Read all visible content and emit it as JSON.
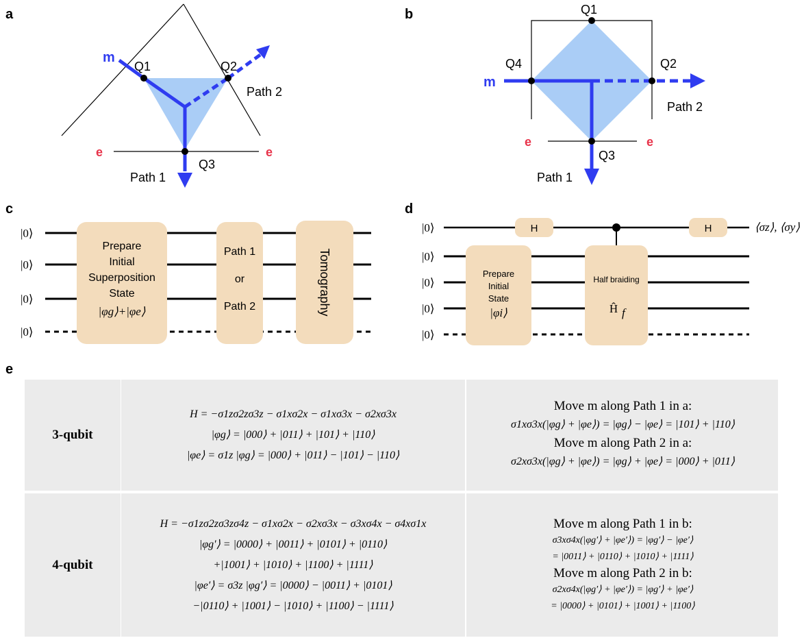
{
  "panels": {
    "a": "a",
    "b": "b",
    "c": "c",
    "d": "d",
    "e": "e"
  },
  "diagram_a": {
    "q1": "Q1",
    "q2": "Q2",
    "q3": "Q3",
    "m": "m",
    "e_left": "e",
    "e_right": "e",
    "path1": "Path 1",
    "path2": "Path 2"
  },
  "diagram_b": {
    "q1": "Q1",
    "q2": "Q2",
    "q3": "Q3",
    "q4": "Q4",
    "m": "m",
    "e_left": "e",
    "e_right": "e",
    "path1": "Path 1",
    "path2": "Path 2"
  },
  "circuit_c": {
    "ket0": "|0⟩",
    "prepare": [
      "Prepare",
      "Initial",
      "Superposition",
      "State",
      "|φg⟩+|φe⟩"
    ],
    "path_box": [
      "Path 1",
      "or",
      "Path 2"
    ],
    "tomography": "Tomography"
  },
  "circuit_d": {
    "ket0": "|0⟩",
    "h": "H",
    "prepare": [
      "Prepare",
      "Initial",
      "State",
      "|φi⟩"
    ],
    "half_braiding": "Half braiding",
    "hf": "Ĥ",
    "hf_sub": "f",
    "measure": "⟨σz⟩, ⟨σy⟩"
  },
  "table": {
    "rows": [
      {
        "label": "3-qubit",
        "mid": [
          "H = −σ1zσ2zσ3z − σ1xσ2x − σ1xσ3x − σ2xσ3x",
          "|φg⟩ = |000⟩ + |011⟩ + |101⟩ + |110⟩",
          "|φe⟩ = σ1z |φg⟩ = |000⟩ + |011⟩ − |101⟩ − |110⟩"
        ],
        "right": [
          "Move m along Path 1 in a:",
          "σ1xσ3x(|φg⟩ + |φe⟩) = |φg⟩ − |φe⟩ = |101⟩ + |110⟩",
          "Move m along Path 2 in a:",
          "σ2xσ3x(|φg⟩ + |φe⟩) = |φg⟩ + |φe⟩ = |000⟩ + |011⟩"
        ]
      },
      {
        "label": "4-qubit",
        "mid": [
          "H = −σ1zσ2zσ3zσ4z − σ1xσ2x − σ2xσ3x − σ3xσ4x − σ4xσ1x",
          "|φg′⟩ = |0000⟩ + |0011⟩ + |0101⟩ + |0110⟩",
          "+|1001⟩ + |1010⟩ + |1100⟩ + |1111⟩",
          "|φe′⟩ = σ3z |φg′⟩ = |0000⟩ − |0011⟩ + |0101⟩",
          "−|0110⟩ + |1001⟩ − |1010⟩ + |1100⟩ − |1111⟩"
        ],
        "right": [
          "Move m along Path 1 in b:",
          "σ3xσ4x(|φg′⟩ + |φe′⟩) = |φg′⟩ − |φe′⟩",
          "= |0011⟩ + |0110⟩ + |1010⟩ + |1111⟩",
          "Move m along Path 2 in b:",
          "σ2xσ4x(|φg′⟩ + |φe′⟩) = |φg′⟩ + |φe′⟩",
          "= |0000⟩ + |0101⟩ + |1001⟩ + |1100⟩"
        ]
      }
    ]
  },
  "colors": {
    "blue": "#2f3cf0",
    "light_blue": "#aacdf6",
    "red": "#e8334a",
    "box": "#f3dcbc",
    "table_bg": "#ebebeb"
  }
}
